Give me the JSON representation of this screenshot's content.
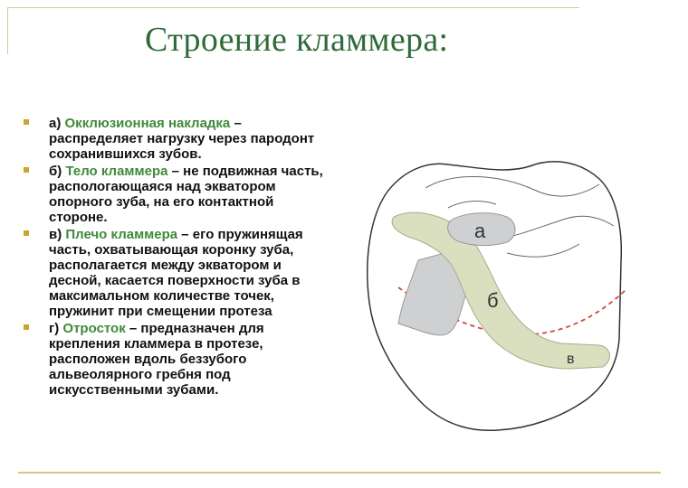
{
  "title": "Строение кламмера:",
  "items": [
    {
      "letter": "а)",
      "term": "Окклюзионная накладка",
      "dash": " –",
      "rest": "распределяет нагрузку через пародонт сохранившихся зубов."
    },
    {
      "letter": "б)",
      "term": "Тело кламмера",
      "dash": " – не",
      "rest": "подвижная часть, распологающаяся над экватором опорного зуба, на его контактной стороне."
    },
    {
      "letter": "в)",
      "term": "Плечо кламмера",
      "dash": " – его",
      "rest": "пружинящая часть, охватывающая коронку зуба, располагается между экватором и десной, касается поверхности зуба в максимальном количестве точек, пружинит при смещении протеза"
    },
    {
      "letter": "г)",
      "term": "Отросток",
      "dash": " – предназначен для",
      "rest": "крепления кламмера в протезе, расположен вдоль беззубого альвеолярного гребня под искусственными зубами."
    }
  ],
  "diagram": {
    "label_a": "а",
    "label_b": "б",
    "label_v": "в"
  },
  "colors": {
    "title": "#2f6b3a",
    "term": "#3f8a3a",
    "bullet": "#c9a62a",
    "clasp_arm": "#d9dfbf",
    "process": "#cfd0d2",
    "equator": "#d4473a"
  }
}
